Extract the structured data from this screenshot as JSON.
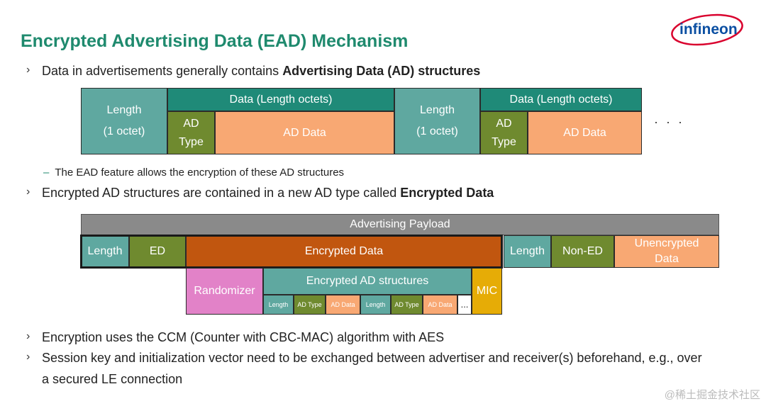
{
  "slide": {
    "title": "Encrypted Advertising Data (EAD) Mechanism",
    "logo_text": "infineon",
    "bullets": [
      {
        "prefix": "Data in advertisements generally contains ",
        "bold": "Advertising Data (AD) structures"
      },
      {
        "prefix": "Encrypted AD structures are contained in a new AD type called ",
        "bold": "Encrypted Data"
      },
      {
        "prefix": "Encryption uses the CCM (Counter with CBC-MAC) algorithm with AES",
        "bold": ""
      },
      {
        "prefix": "Session key and initialization vector need to be exchanged between advertiser and receiver(s) beforehand, e.g., over",
        "line2": "a secured LE connection"
      }
    ],
    "sub_bullet": "The EAD feature allows the encryption of these AD structures",
    "sub_dash": "–",
    "watermark": "@稀土掘金技术社区"
  },
  "diagram1": {
    "length_label": "Length",
    "length_sub": "(1 octet)",
    "data_header": "Data (Length octets)",
    "ad_type": "AD",
    "ad_type2": "Type",
    "ad_data": "AD Data",
    "ellipsis": "· · ·"
  },
  "diagram2": {
    "payload_header": "Advertising Payload",
    "length": "Length",
    "ed": "ED",
    "encrypted_data": "Encrypted Data",
    "length2": "Length",
    "non_ed": "Non-ED",
    "unencrypted_data": "Unencrypted Data",
    "randomizer": "Randomizer",
    "enc_ad_structures": "Encrypted AD structures",
    "mic": "MIC",
    "small_length": "Length",
    "small_ad_type": "AD Type",
    "small_ad_data": "AD Data",
    "small_dots": "..."
  },
  "colors": {
    "title": "#1f8a6e",
    "teal": "#5fa8a0",
    "dark_teal": "#1f8a78",
    "olive": "#6f8a2f",
    "orange": "#f8a873",
    "rust": "#c1560f",
    "gray": "#8a8a8a",
    "pink": "#e282c8",
    "gold": "#e6ac06",
    "logo_red": "#d9002d",
    "logo_blue": "#0b4fa2"
  }
}
